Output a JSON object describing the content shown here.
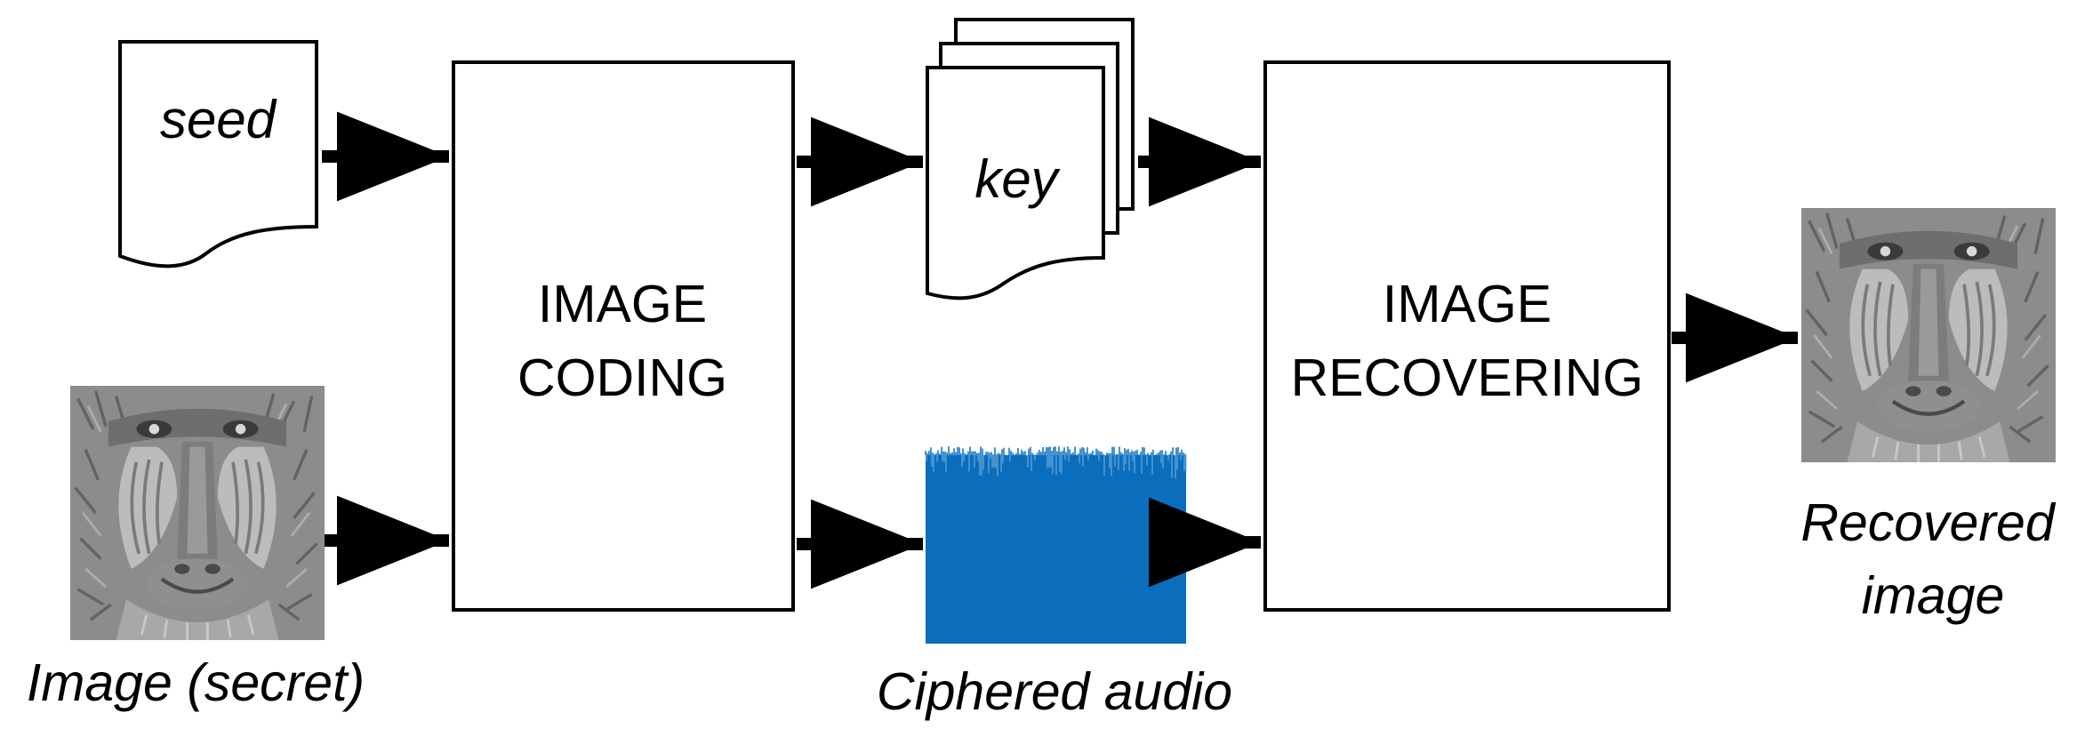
{
  "diagram": {
    "seed_label": "seed",
    "key_label": "key",
    "coding_box": {
      "line1": "IMAGE",
      "line2": "CODING"
    },
    "recovering_box": {
      "line1": "IMAGE",
      "line2": "RECOVERING"
    },
    "secret_image_label": "Image (secret)",
    "ciphered_audio_label": "Ciphered audio",
    "recovered_label": {
      "line1": "Recovered",
      "line2": "image"
    }
  },
  "colors": {
    "audio_waveform": "#0a6ebd",
    "line": "#000000"
  },
  "images": {
    "secret": "baboon-image",
    "recovered": "baboon-image"
  }
}
